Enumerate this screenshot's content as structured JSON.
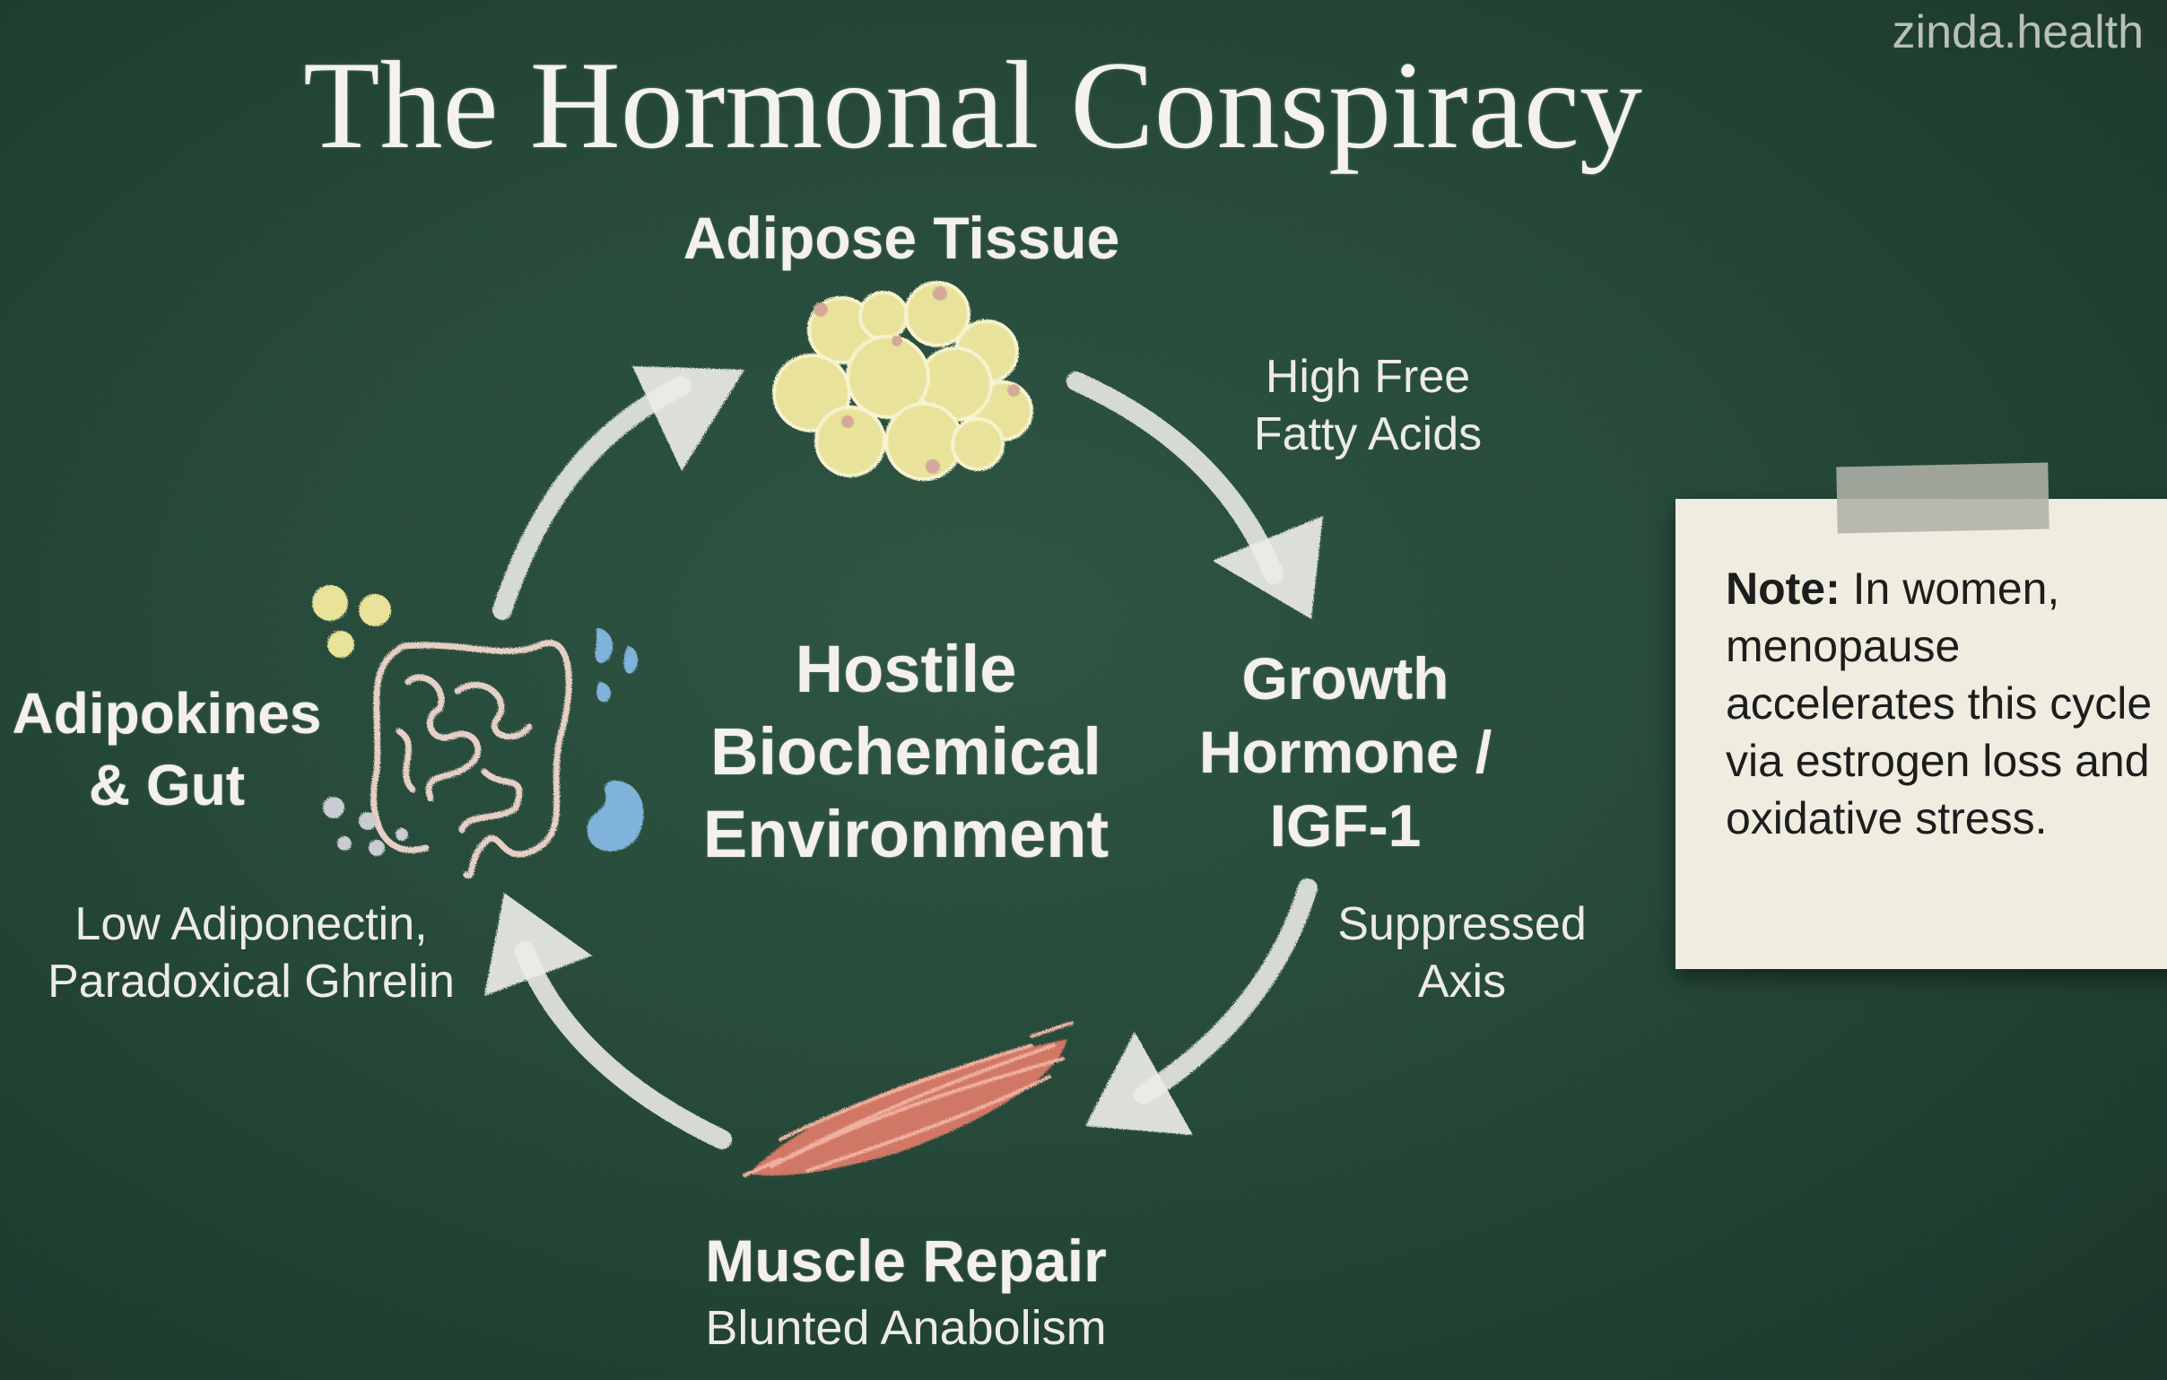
{
  "title": "The Hormonal Conspiracy",
  "brand": "zinda.health",
  "center": [
    "Hostile",
    "Biochemical",
    "Environment"
  ],
  "nodes": {
    "adipose": {
      "title": "Adipose Tissue",
      "icon": "fat-cells-icon"
    },
    "growth_hormone": {
      "title": [
        "Growth",
        "Hormone /",
        "IGF-1"
      ]
    },
    "muscle": {
      "title": "Muscle Repair",
      "subtitle": "Blunted Anabolism",
      "icon": "muscle-icon"
    },
    "adipokines": {
      "title": [
        "Adipokines",
        "& Gut"
      ],
      "icon": "gut-icon"
    }
  },
  "edge_labels": {
    "adipose_to_gh": [
      "High Free",
      "Fatty Acids"
    ],
    "gh_to_muscle": [
      "Suppressed",
      "Axis"
    ],
    "muscle_to_adipokines": [
      "Low Adiponectin,",
      "Paradoxical Ghrelin"
    ]
  },
  "note": {
    "label": "Note:",
    "text": " In women, menopause accelerates this cycle via estrogen loss and oxidative stress."
  },
  "colors": {
    "chalkboard": "#274a3a",
    "fat_cells": "#e8e29a",
    "muscle": "#d97a68",
    "gut_outline": "#e6cfc6",
    "blue_organs": "#7fb3d9",
    "note_paper": "#efece0"
  }
}
